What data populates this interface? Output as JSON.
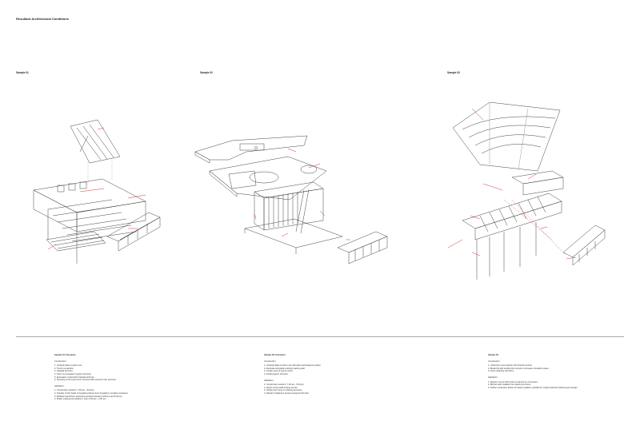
{
  "page": {
    "title": "Resultant Architectural Conditions"
  },
  "samples": [
    {
      "heading": "Sample 01"
    },
    {
      "heading": "Sample 02"
    },
    {
      "heading": "Sample 03"
    }
  ],
  "annotation_color": "#cc0000",
  "itineraries": [
    {
      "heading": "Sample 01: Itineraries",
      "construction_label": "Construction:",
      "construction_items": [
        "1. Underpin East London Line",
        "2. Trench excavation",
        "3. Hospital Archives",
        "4. Insert re-excavation support structure",
        "5. Excavation under/earth hospital archives",
        "6. Terracing of the lower level, secured with poured in-situ concrete"
      ],
      "habitation_label": "Habitation:",
      "habitation_items": [
        "1. Construction workers: 7.00 am - 6.00 pm",
        "2. Transfer of first batch of hospital archives from hospital to movable containers",
        "3. Medical researchers accessing archives between 9.00 am and 6.00 pm",
        "4. Public underground platform: open 6.00 am - 2.00 pm"
      ]
    },
    {
      "heading": "Sample 02: Itineraries",
      "construction_label": "Construction:",
      "construction_items": [
        "1. Underpin East London Line with piles and designed system",
        "2. Excavate alongside existing retaining wall",
        "3. Create ramp to sports centre",
        "4. Install support structure"
      ],
      "habitation_label": "Habitation:",
      "habitation_items": [
        "1. Construction workers: 7.00 am - 6.00 pm",
        "2. Sports centre staff arriving sooner",
        "3. Cricket nets hung in retaining structure",
        "4. Daniels' installed to access transport hub links"
      ]
    },
    {
      "heading": "Sample 03",
      "construction_label": "Construction:",
      "construction_items": [
        "1. Undermine and underpin old Victorian school",
        "2. Break through existing link tunnels to increase circulation space",
        "3. Insert retaining structures"
      ],
      "habitation_label": "Habitation:",
      "habitation_items": [
        "1. Daytime use of both levels of sample by commuters",
        "2. Bicycle rack installed into retaining structure",
        "3. Station excavation allows for deeper platform suitable for market stall and related good storage"
      ]
    }
  ]
}
